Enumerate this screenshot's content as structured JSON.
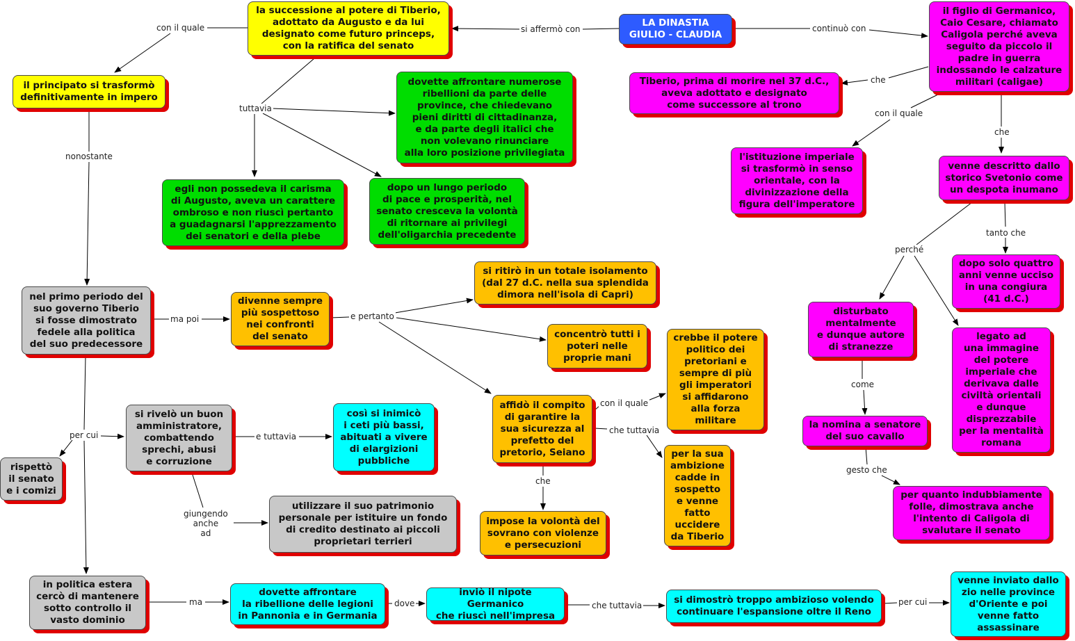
{
  "nodes": {
    "root": "LA DINASTIA\nGIULIO - CLAUDIA",
    "successione": "la successione al potere di Tiberio,\nadottato da Augusto e da lui\ndesignato come futuro princeps,\ncon la ratifica del senato",
    "principato": "il principato si trasformò\ndefinitivamente in impero",
    "ribellioni": "dovette affrontare numerose\nribellioni da parte delle\nprovince, che chiedevano\npieni diritti di cittadinanza,\ne da parte degli italici che\nnon volevano rinunciare\nalla loro posizione privilegiata",
    "carisma": "egli non possedeva il carisma\ndi Augusto, aveva un carattere\nombroso e non riuscì pertanto\na guadagnarsi l'apprezzamento\ndei senatori e della plebe",
    "pace": "dopo un lungo periodo\ndi pace e prosperità, nel\nsenato cresceva la volontà\ndi ritornare ai privilegi\ndell'oligarchia precedente",
    "figlio": "il figlio di Germanico,\nCaio Cesare, chiamato\nCaligola perché aveva\nseguito da piccolo il\npadre in guerra\nindossando le calzature\nmilitari (caligae)",
    "tiberio_morte": "Tiberio, prima di morire nel 37 d.C.,\naveva adottato e designato\ncome successore al trono",
    "istituzione": "l'istituzione imperiale\nsi trasformò in senso\norientale, con la\ndivinizzazione della\nfigura dell'imperatore",
    "svetonio": "venne descritto dallo\nstorico Svetonio come\nun despota inumano",
    "ucciso": "dopo solo quattro\nanni venne ucciso\nin una congiura\n(41 d.C.)",
    "disturbato": "disturbato\nmentalmente\ne dunque autore\ndi stranezze",
    "legato": "legato ad\nuna immagine\ndel potere\nimperiale che\nderivava dalle\nciviltà orientali\ne dunque\ndisprezzabile\nper la mentalità\nromana",
    "cavallo": "la nomina a senatore\ndel suo cavallo",
    "folle": "per quanto indubbiamente\nfolle, dimostrava anche\nl'intento di Caligola di\nsvalutare il senato",
    "primo_periodo": "nel primo periodo del\nsuo governo Tiberio\nsi fosse dimostrato\nfedele alla politica\ndel suo predecessore",
    "sospettoso": "divenne sempre\npiù sospettoso\nnei confronti\ndel senato",
    "isolamento": "si ritirò in un totale isolamento\n(dal 27 d.C. nella sua splendida\ndimora nell'isola di Capri)",
    "poteri": "concentrò tutti i\npoteri nelle\nproprie mani",
    "pretoriani": "crebbe il potere\npolitico dei\npretoriani e\nsempre di più\ngli imperatori\nsi affidarono\nalla forza\nmilitare",
    "seiano": "affidò il compito\ndi garantire la\nsua sicurezza al\nprefetto del\npretorio, Seiano",
    "ambizione": "per la sua\nambizione\ncadde in\nsospetto\ne venne\nfatto\nuccidere\nda Tiberio",
    "impose": "impose la volontà del\nsovrano con violenze\ne persecuzioni",
    "rispetto": "rispettò\nil senato\ne i comizi",
    "amministratore": "si rivelò un buon\namministratore,\ncombattendo\nsprechi, abusi\ne corruzione",
    "inimico": "così si inimicò\ni ceti più bassi,\nabituati a vivere\ndi elargizioni\npubbliche",
    "patrimonio": "utilizzare il suo patrimonio\npersonale per istituire  un fondo\ndi credito destinato ai piccoli\nproprietari terrieri",
    "estera": "in politica estera\ncercò di mantenere\nsotto controllo il\nvasto dominio",
    "pannonia": "dovette affrontare\nla ribellione delle legioni\nin Pannonia e in Germania",
    "germanico": "inviò il nipote Germanico\nche riuscì nell'impresa",
    "reno": "si dimostrò troppo ambizioso volendo\ncontinuare l'espansione oltre il Reno",
    "oriente": "venne inviato dallo\nzio nelle province\nd'Oriente e poi\nvenne fatto\nassassinare"
  },
  "labels": {
    "si_affermo": "si affermò con",
    "continuo": "continuò con",
    "con_il_quale_1": "con il quale",
    "tuttavia": "tuttavia",
    "nonostante": "nonostante",
    "che_1": "che",
    "con_il_quale_2": "con il quale",
    "che_2": "che",
    "perche": "perché",
    "tanto_che": "tanto che",
    "come": "come",
    "gesto_che": "gesto che",
    "ma_poi": "ma poi",
    "e_pertanto": "e pertanto",
    "con_il_quale_3": "con il quale",
    "che_tuttavia_1": "che tuttavia",
    "che_3": "che",
    "per_cui_1": "per cui",
    "e_tuttavia": "e tuttavia",
    "giungendo": "giungendo\nanche\nad",
    "ma": "ma",
    "dove": "dove",
    "che_tuttavia_2": "che tuttavia",
    "per_cui_2": "per cui"
  },
  "colors": {
    "yellow": "#ffff00",
    "green": "#00dd00",
    "magenta": "#ff00ff",
    "orange": "#ffc000",
    "gray": "#c8c8c8",
    "cyan": "#00ffff",
    "blue": "#2e5bff",
    "shadow": "#e00000"
  }
}
